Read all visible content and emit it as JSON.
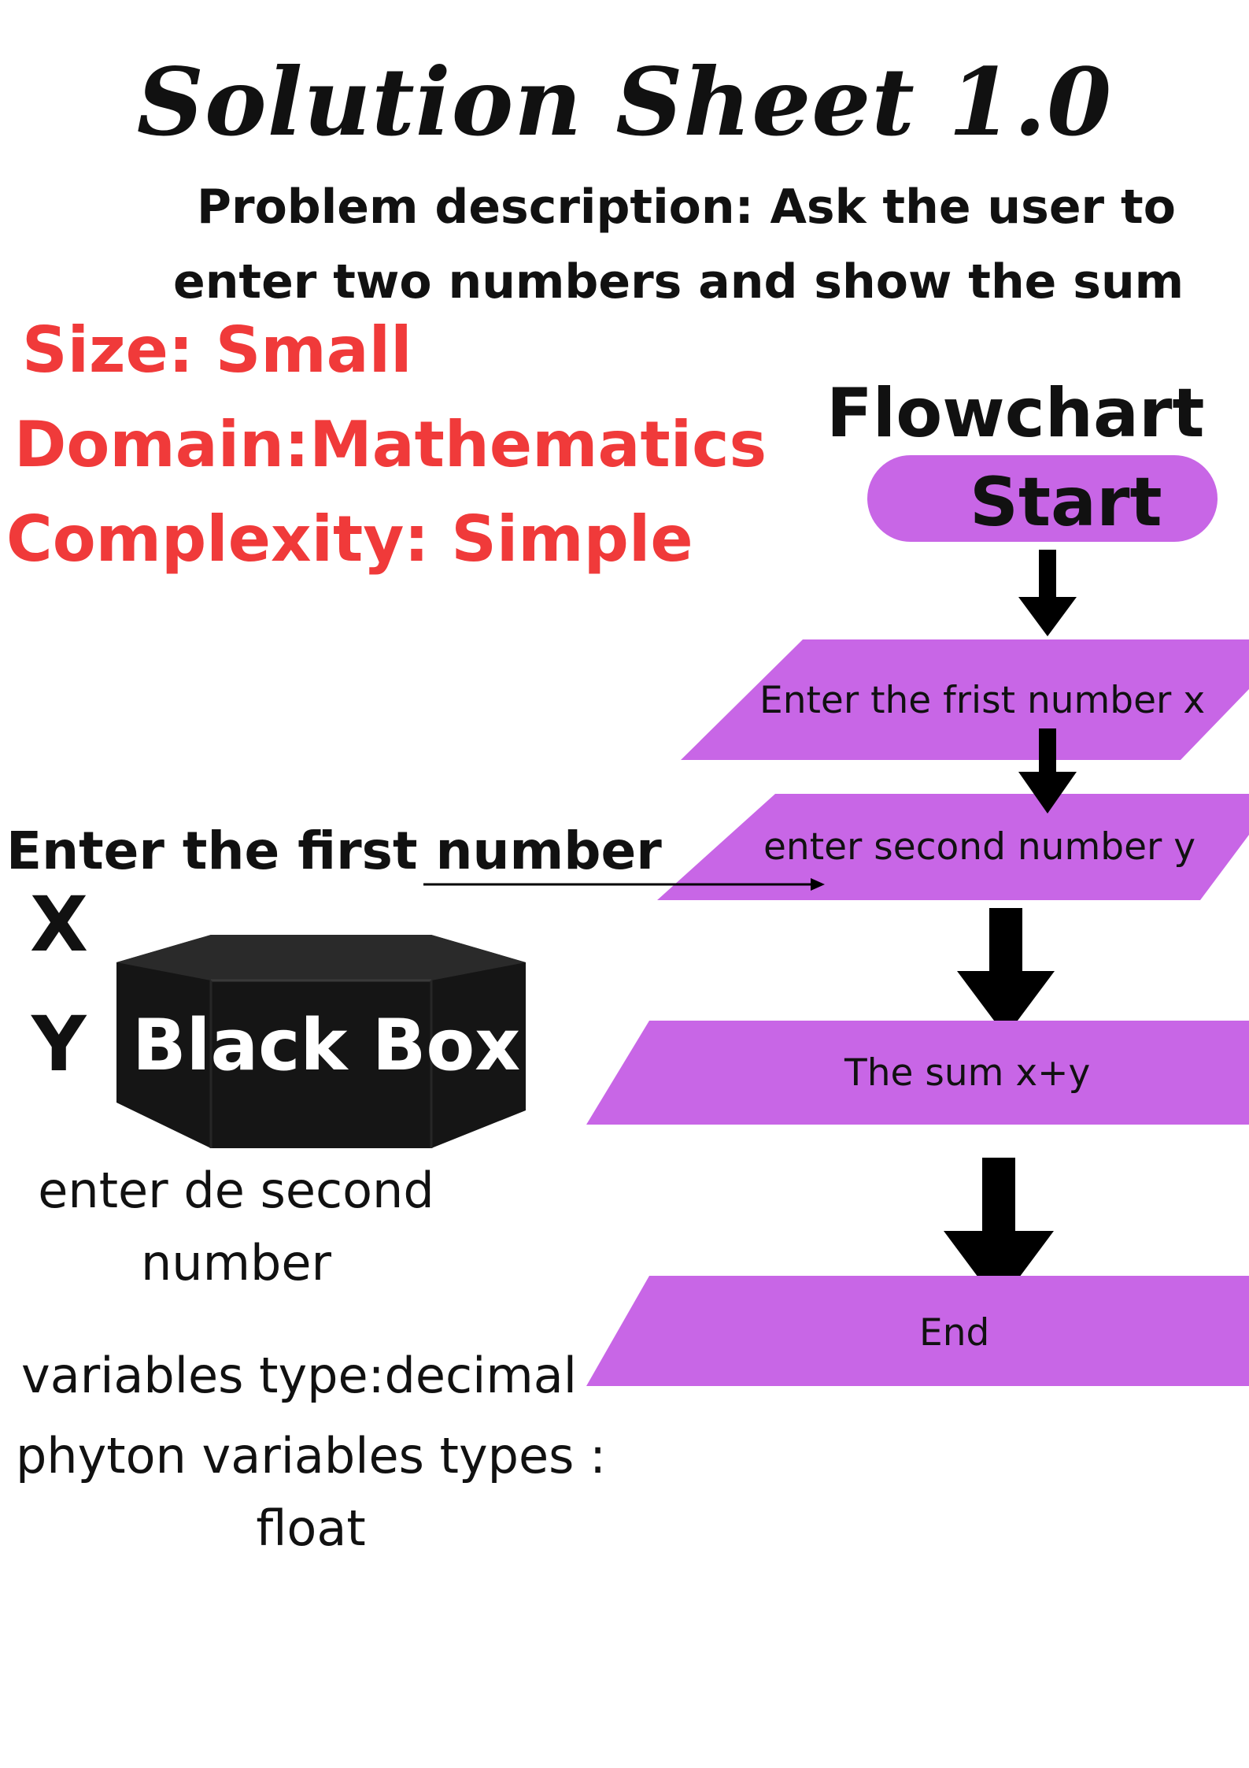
{
  "title": "Solution Sheet 1.0",
  "problem": {
    "line1": "Problem description: Ask the user to",
    "line2": "enter two numbers and show the sum"
  },
  "meta": {
    "size": "Size: Small",
    "domain": "Domain:Mathematics",
    "complexity": "Complexity: Simple"
  },
  "flowchart": {
    "heading": "Flowchart",
    "start": "Start",
    "step1": "Enter the frist number x",
    "step2": "enter second number y",
    "step3": "The sum x+y",
    "end": "End"
  },
  "blackbox": {
    "input_label": "Enter the first number",
    "x": "X",
    "y": "Y",
    "box_label": "Black Box",
    "second_line1": "enter de second",
    "second_line2": "number",
    "variables_type": "variables type:decimal",
    "python_line1": "phyton variables types :",
    "python_line2": "float"
  },
  "colors": {
    "shape_fill": "#c866e6",
    "meta_text": "#f03a3a",
    "box": "#151515"
  }
}
